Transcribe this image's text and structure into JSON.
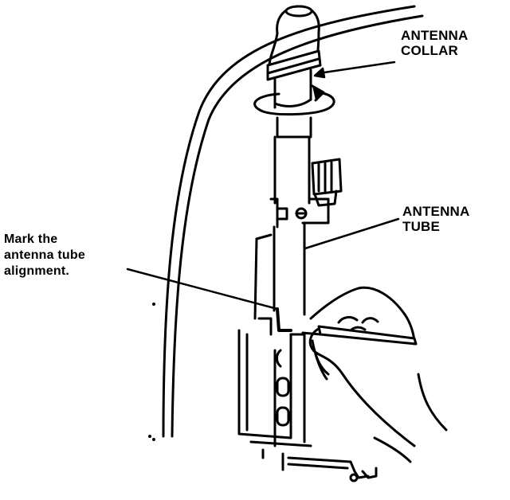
{
  "labels": {
    "antenna_collar": [
      "ANTENNA",
      "COLLAR"
    ],
    "antenna_tube": [
      "ANTENNA",
      "TUBE"
    ],
    "mark_alignment": [
      "Mark the",
      "antenna tube",
      "alignment."
    ]
  },
  "colors": {
    "ink": "#000000",
    "paper": "#ffffff"
  }
}
